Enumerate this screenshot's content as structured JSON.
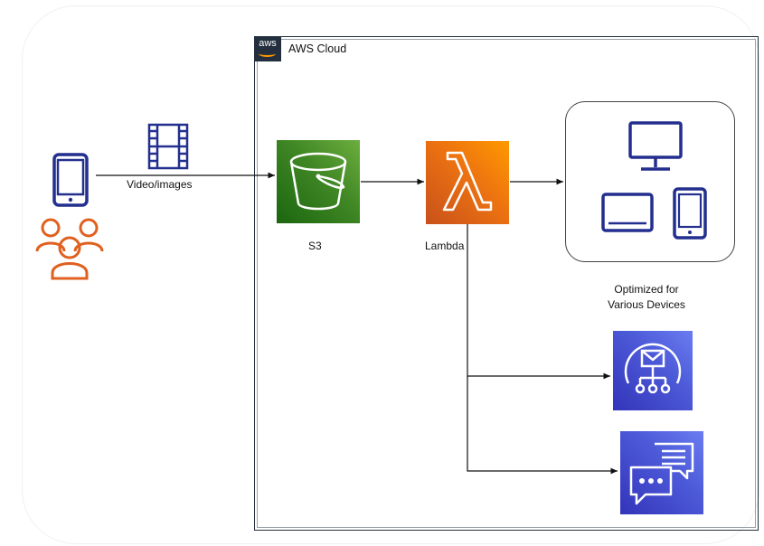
{
  "diagram": {
    "cloud_label": "AWS Cloud",
    "aws_logo_text": "aws",
    "edge_video_label": "Video/images",
    "s3_label": "S3",
    "lambda_label": "Lambda",
    "devices_caption_line1": "Optimized for",
    "devices_caption_line2": "Various Devices"
  },
  "colors": {
    "device_blue": "#232f8e",
    "users_orange": "#e0611f",
    "s3_green": "#3f8624",
    "lambda_orange": "#ec7211",
    "app_integration_blue": "#4d5bd9",
    "aws_dark": "#232f3e",
    "aws_smile": "#ff9900"
  },
  "icons": {
    "mobile": "mobile-phone-icon",
    "users": "users-group-icon",
    "video": "film-strip-icon",
    "s3": "s3-bucket-icon",
    "lambda": "lambda-icon",
    "monitor": "desktop-monitor-icon",
    "tablet": "tablet-icon",
    "phone": "smartphone-icon",
    "sns": "sns-notification-icon",
    "chat": "chat-messages-icon"
  }
}
